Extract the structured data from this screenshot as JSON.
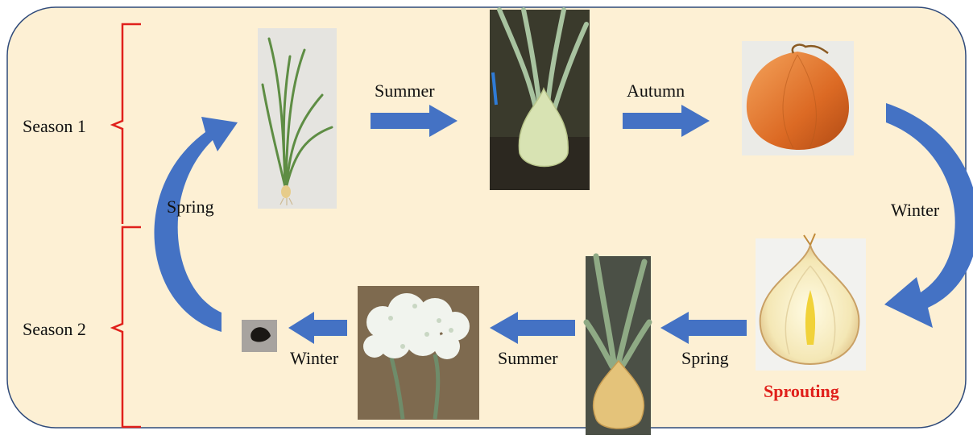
{
  "seasons": [
    {
      "label": "Season 1"
    },
    {
      "label": "Season 2"
    }
  ],
  "transitions": {
    "summer_top": "Summer",
    "autumn": "Autumn",
    "winter_right": "Winter",
    "spring_bottom": "Spring",
    "summer_bottom": "Summer",
    "winter_bottom": "Winter",
    "spring_left": "Spring"
  },
  "stage_labels": {
    "sprouting": "Sprouting"
  },
  "stages": [
    {
      "name": "seedling",
      "icon": "onion-seedling-photo"
    },
    {
      "name": "bulbing-plant",
      "icon": "bulbing-onion-photo"
    },
    {
      "name": "mature-bulb",
      "icon": "mature-onion-bulb-photo"
    },
    {
      "name": "sprouting-bulb",
      "icon": "cut-sprouting-onion-photo"
    },
    {
      "name": "flowering-stalk-plant",
      "icon": "onion-plant-second-season-photo"
    },
    {
      "name": "flower-umbel",
      "icon": "onion-flower-head-photo"
    },
    {
      "name": "seed",
      "icon": "onion-seed-photo"
    }
  ],
  "colors": {
    "panel_fill": "#fdf0d4",
    "panel_border": "#2f4a7a",
    "arrow": "#4472c4",
    "bracket": "#e0201b",
    "emphasis": "#e0201b"
  }
}
